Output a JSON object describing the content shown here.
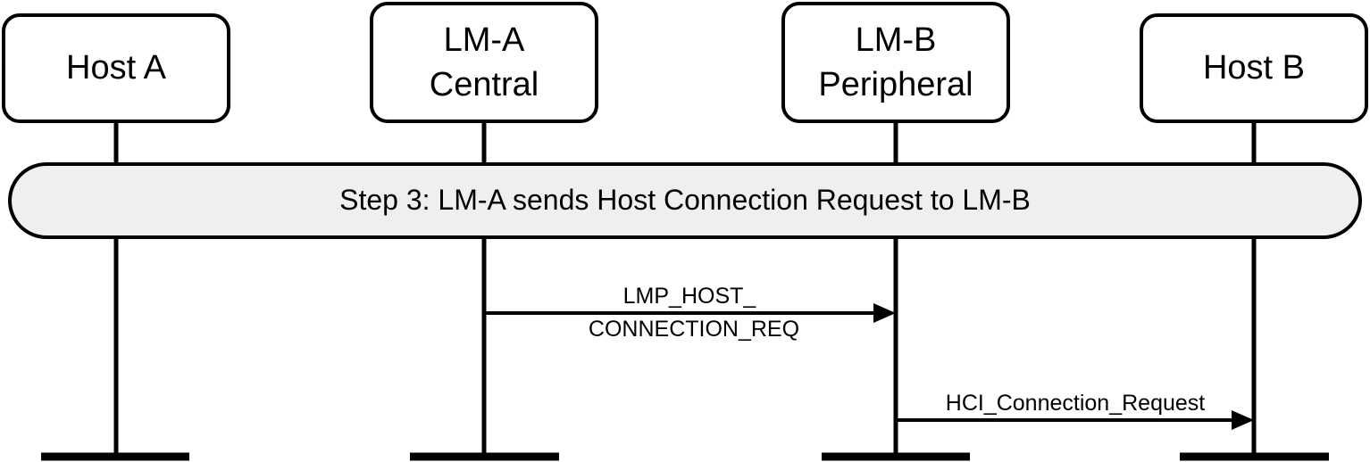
{
  "participants": [
    {
      "id": "host-a",
      "lines": [
        "Host A"
      ]
    },
    {
      "id": "lm-a",
      "lines": [
        "LM-A",
        "Central"
      ]
    },
    {
      "id": "lm-b",
      "lines": [
        "LM-B",
        "Peripheral"
      ]
    },
    {
      "id": "host-b",
      "lines": [
        "Host B"
      ]
    }
  ],
  "step": {
    "label": "Step 3:  LM-A sends Host Connection Request to LM-B"
  },
  "messages": [
    {
      "from": "lm-a",
      "to": "lm-b",
      "label_lines": [
        "LMP_HOST_",
        "CONNECTION_REQ"
      ]
    },
    {
      "from": "lm-b",
      "to": "host-b",
      "label_lines": [
        "HCI_Connection_Request"
      ]
    }
  ]
}
